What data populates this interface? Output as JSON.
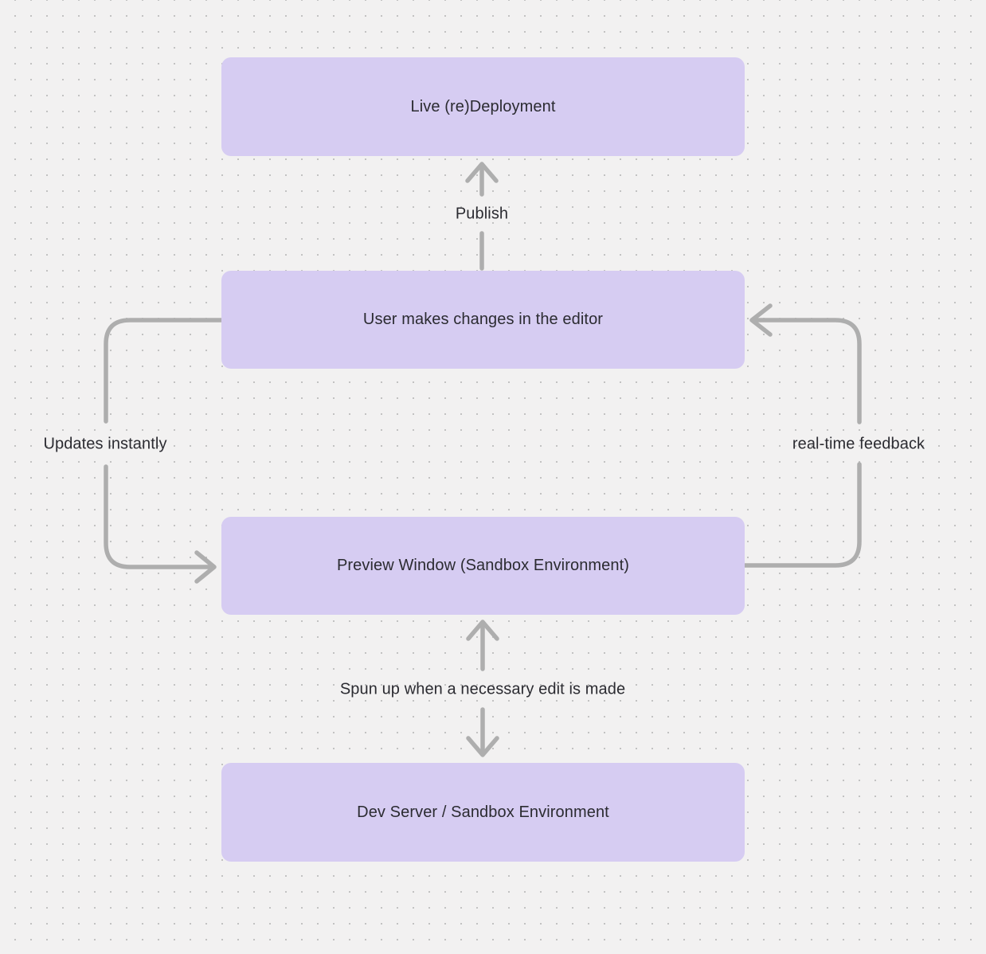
{
  "diagram": {
    "nodes": [
      {
        "id": "live-deployment",
        "label": "Live (re)Deployment"
      },
      {
        "id": "editor-changes",
        "label": "User makes changes in the editor"
      },
      {
        "id": "preview-window",
        "label": "Preview Window (Sandbox Environment)"
      },
      {
        "id": "dev-server",
        "label": "Dev Server / Sandbox Environment"
      }
    ],
    "edges": [
      {
        "id": "publish",
        "label": "Publish",
        "from": "editor-changes",
        "to": "live-deployment",
        "direction": "up"
      },
      {
        "id": "updates-instantly",
        "label": "Updates instantly",
        "from": "editor-changes",
        "to": "preview-window",
        "direction": "down-left-side"
      },
      {
        "id": "real-time-feedback",
        "label": "real-time feedback",
        "from": "preview-window",
        "to": "editor-changes",
        "direction": "up-right-side"
      },
      {
        "id": "spun-up",
        "label": "Spun up when a necessary edit is made",
        "from": "dev-server",
        "to": "preview-window",
        "direction": "bidirectional"
      }
    ],
    "colors": {
      "background": "#f2f1f1",
      "dot_grid": "#c2c2c2",
      "node_fill": "#d6ccf2",
      "node_text": "#2b2b31",
      "connector": "#aeaeae",
      "edge_label_text": "#2b2b31"
    }
  }
}
